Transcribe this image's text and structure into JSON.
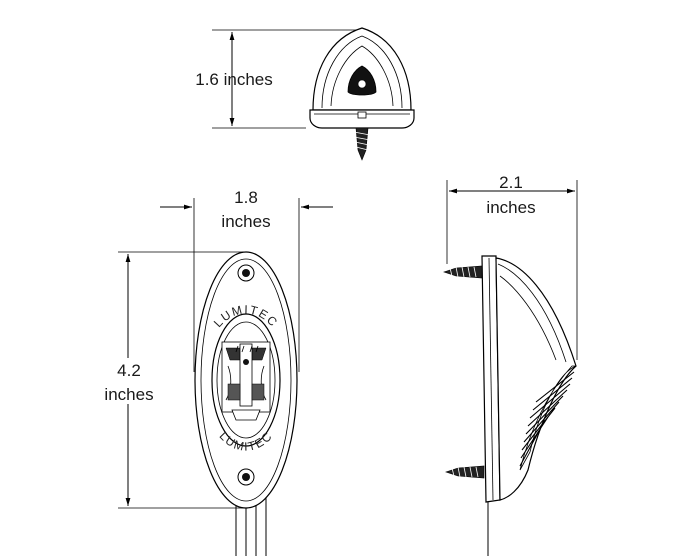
{
  "dimensions": {
    "height": {
      "value": "1.6 inches"
    },
    "width": {
      "value": "1.8",
      "unit": "inches"
    },
    "depth": {
      "value": "2.1",
      "unit": "inches"
    },
    "length": {
      "value": "4.2",
      "unit": "inches"
    }
  },
  "brand": {
    "top": "LUMITEC",
    "bottom": "LUMITEC"
  },
  "views": [
    "front-view",
    "top-view",
    "side-view"
  ]
}
